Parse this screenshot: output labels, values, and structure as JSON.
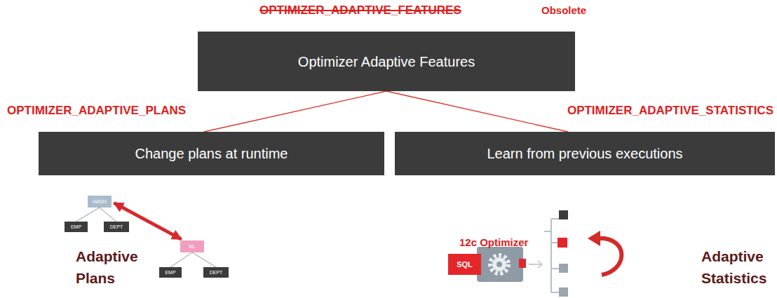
{
  "diagram": {
    "nodes": [
      {
        "text": [
          "Optimizer Adaptive Features"
        ]
      },
      {
        "text": [
          "Change plans at runtime"
        ]
      },
      {
        "text": [
          "Learn from previous executions"
        ]
      },
      {
        "text": [
          "HASH"
        ]
      },
      {
        "text": [
          "EMP"
        ]
      },
      {
        "text": [
          "DEPT"
        ]
      },
      {
        "text": [
          "NL"
        ]
      },
      {
        "text": [
          "EMP"
        ]
      },
      {
        "text": [
          "DEPT"
        ]
      },
      {
        "text": [
          "SQL"
        ]
      }
    ],
    "edges": [
      {
        "from": 0,
        "to": 1,
        "arrow": "none"
      },
      {
        "from": 0,
        "to": 2,
        "arrow": "none"
      },
      {
        "from": 3,
        "to": 4,
        "arrow": "none"
      },
      {
        "from": 3,
        "to": 5,
        "arrow": "none"
      },
      {
        "from": 6,
        "to": 7,
        "arrow": "none"
      },
      {
        "from": 6,
        "to": 8,
        "arrow": "none"
      },
      {
        "from": 3,
        "to": 6,
        "arrow": "both"
      }
    ],
    "labels": [
      "OPTIMIZER_ADAPTIVE_FEATURES",
      "Obsolete",
      "OPTIMIZER_ADAPTIVE_PLANS",
      "OPTIMIZER_ADAPTIVE_STATISTICS",
      "Adaptive Plans",
      "12c Optimizer",
      "Adaptive Statistics"
    ]
  }
}
